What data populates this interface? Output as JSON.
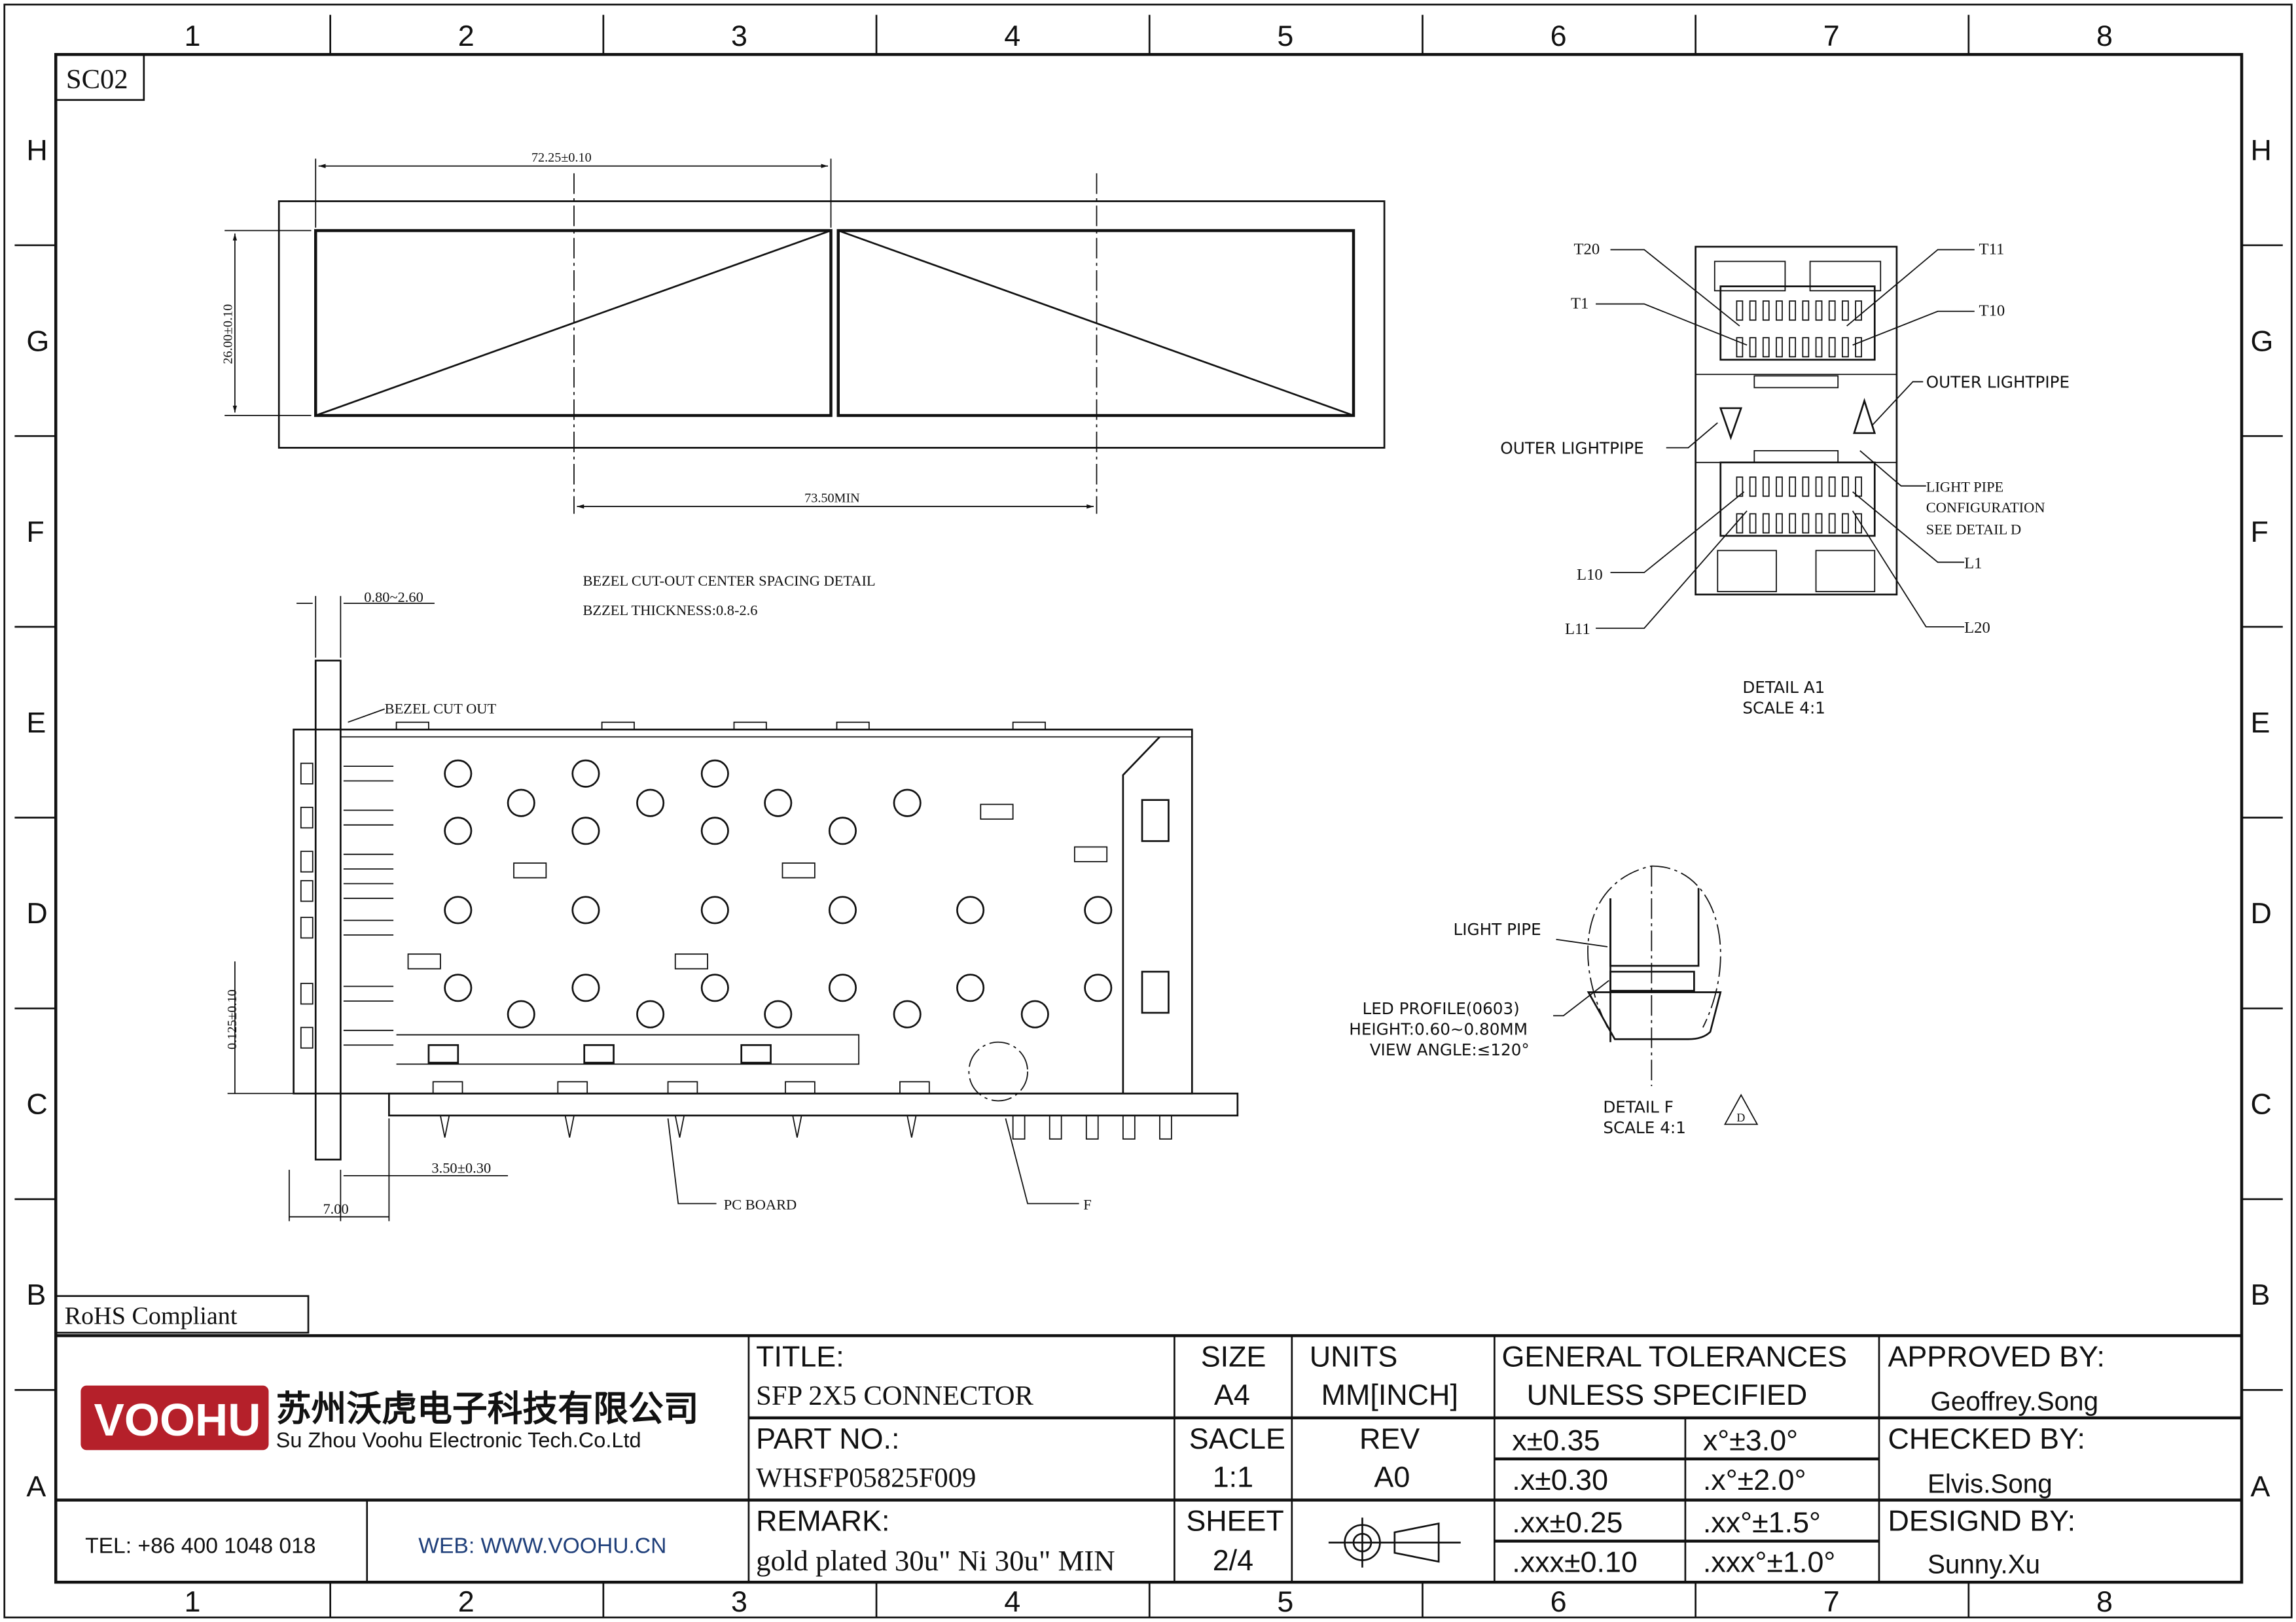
{
  "sheet_id": "SC02",
  "rohs": "RoHS  Compliant",
  "grid": {
    "columns": [
      "1",
      "2",
      "3",
      "4",
      "5",
      "6",
      "7",
      "8"
    ],
    "rows": [
      "H",
      "G",
      "F",
      "E",
      "D",
      "C",
      "B",
      "A"
    ]
  },
  "bezel_view": {
    "dim_width": "72.25±0.10",
    "dim_height": "26.00±0.10",
    "dim_spacing": "73.50MIN",
    "note1": "BEZEL CUT-OUT CENTER SPACING DETAIL",
    "note2": "BZZEL THICKNESS:0.8-2.6"
  },
  "side_view": {
    "dim_thickness": "0.80~2.60",
    "bezel_cut_out": "BEZEL CUT OUT",
    "dim_vertical": "0.125±0.10",
    "dim_350": "3.50±0.30",
    "dim_700": "7.00",
    "pc_board": "PC  BOARD",
    "detail_f_ref": "F"
  },
  "detail_a1": {
    "labels": {
      "t20": "T20",
      "t1": "T1",
      "t11": "T11",
      "t10": "T10",
      "l10": "L10",
      "l11": "L11",
      "l1": "L1",
      "l20": "L20"
    },
    "outer_lightpipe_right": "OUTER  LIGHTPIPE",
    "outer_lightpipe_left": "OUTER  LIGHTPIPE",
    "lp_config": [
      "LIGHT PIPE",
      "CONFIGURATION",
      "SEE DETAIL D"
    ],
    "title": "DETAIL  A1",
    "scale": "SCALE  4:1"
  },
  "detail_f": {
    "light_pipe": "LIGHT  PIPE",
    "led": [
      "LED  PROFILE(0603)",
      "HEIGHT:0.60~0.80MM",
      "VIEW  ANGLE:≤120°"
    ],
    "title": "DETAIL  F",
    "scale": "SCALE  4:1",
    "rev_mark": "D"
  },
  "title_block": {
    "company_logo": "VOOHU",
    "company_cn": "苏州沃虎电子科技有限公司",
    "company_en": "Su Zhou Voohu Electronic Tech.Co.Ltd",
    "tel": "TEL: +86 400 1048 018",
    "web": "WEB: WWW.VOOHU.CN",
    "title_label": "TITLE:",
    "title_value": "SFP  2X5  CONNECTOR",
    "part_label": "PART NO.:",
    "part_value": "WHSFP05825F009",
    "remark_label": "REMARK:",
    "remark_value": "gold plated 30u\" Ni 30u\" MIN",
    "size_label": "SIZE",
    "size_value": "A4",
    "units_label": "UNITS",
    "units_value": "MM[INCH]",
    "scale_label": "SACLE",
    "scale_value": "1:1",
    "rev_label": "REV",
    "rev_value": "A0",
    "sheet_label": "SHEET",
    "sheet_value": "2/4",
    "tol_title1": "GENERAL TOLERANCES",
    "tol_title2": "UNLESS SPECIFIED",
    "tolerances": [
      [
        "x±0.35",
        "x°±3.0°"
      ],
      [
        ".x±0.30",
        ".x°±2.0°"
      ],
      [
        ".xx±0.25",
        ".xx°±1.5°"
      ],
      [
        ".xxx±0.10",
        ".xxx°±1.0°"
      ]
    ],
    "approved_label": "APPROVED BY:",
    "approved_value": "Geoffrey.Song",
    "checked_label": "CHECKED BY:",
    "checked_value": "Elvis.Song",
    "designed_label": "DESIGND BY:",
    "designed_value": "Sunny.Xu",
    "colors": {
      "brand_red": "#b5202a",
      "web_blue": "#1f3f7a"
    }
  }
}
